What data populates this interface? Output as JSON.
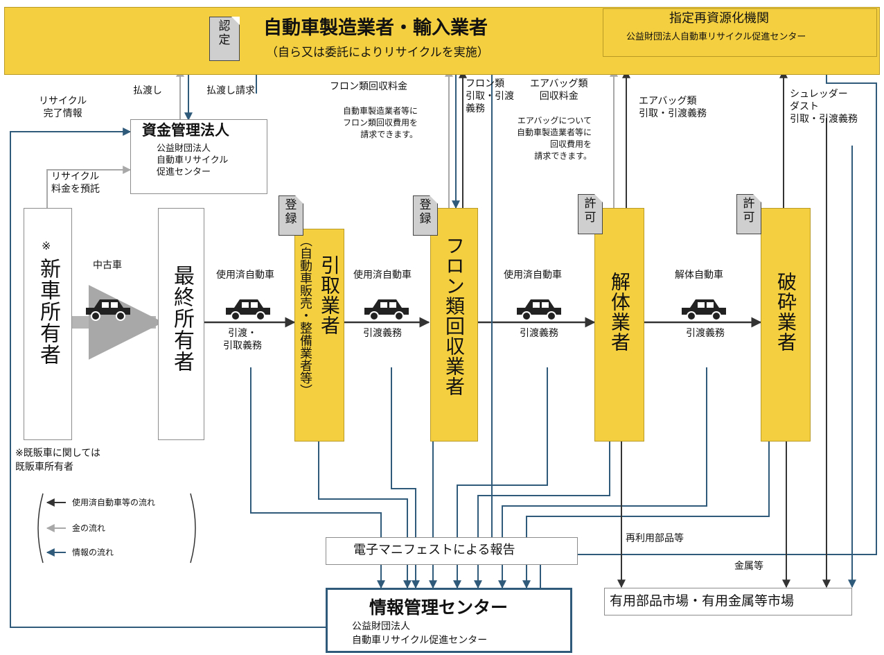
{
  "manufacturer": {
    "stamp": "認\n定",
    "title": "自動車製造業者・輸入業者",
    "subtitle": "（自ら又は委託によりリサイクルを実施）"
  },
  "designated_org": {
    "title": "指定再資源化機関",
    "subtitle": "公益財団法人自動車リサイクル促進センター"
  },
  "fund_org": {
    "title": "資金管理法人",
    "subtitle": "公益財団法人\n自動車リサイクル\n促進センター"
  },
  "info_center": {
    "title": "情報管理センター",
    "subtitle": "公益財団法人\n自動車リサイクル促進センター"
  },
  "manifest": {
    "label": "電子マニフェストによる報告"
  },
  "market": {
    "label": "有用部品市場・有用金属等市場"
  },
  "actors": {
    "new_owner": {
      "mark": "※",
      "label": "新車所有者"
    },
    "final_owner": {
      "label": "最終所有者"
    },
    "collector": {
      "stamp": "登\n録",
      "label": "引取業者",
      "note": "（自動車販売・整備業者等）"
    },
    "freon": {
      "stamp": "登\n録",
      "label": "フロン類回収業者"
    },
    "dismantler": {
      "stamp": "許\n可",
      "label": "解体業者"
    },
    "shredder": {
      "stamp": "許\n可",
      "label": "破砕業者"
    }
  },
  "flow_labels": {
    "used_car": "中古車",
    "used_vehicle_1": "使用済自動車",
    "handover_1": "引渡・\n引取義務",
    "used_vehicle_2": "使用済自動車",
    "handover_2": "引渡義務",
    "used_vehicle_3": "使用済自動車",
    "handover_3": "引渡義務",
    "dismantled_car": "解体自動車",
    "handover_4": "引渡義務"
  },
  "money_labels": {
    "recycle_complete": "リサイクル\n完了情報",
    "payment": "払渡し",
    "payment_request": "払渡し請求",
    "deposit": "リサイクル\n料金を預託",
    "freon_fee": "フロン類回収料金",
    "freon_note": "自動車製造業者等に\nフロン類回収費用を\n請求できます。",
    "freon_duty": "フロン類\n引取・引渡\n義務",
    "airbag_fee": "エアバッグ類\n回収料金",
    "airbag_note": "エアバッグについて\n自動車製造業者等に\n回収費用を\n請求できます。",
    "airbag_duty": "エアバッグ類\n引取・引渡義務",
    "shredder_duty": "シュレッダー\nダスト\n引取・引渡義務",
    "reuse_parts": "再利用部品等",
    "metals": "金属等"
  },
  "footnote": "※既販車に関しては\n既販車所有者",
  "legend": {
    "vehicle_flow": "使用済自動車等の流れ",
    "money_flow": "金の流れ",
    "info_flow": "情報の流れ"
  },
  "colors": {
    "yellow": "#f4cf3f",
    "info_arrow": "#2f5a7a",
    "money_arrow": "#a8a8a8",
    "vehicle_arrow": "#333333"
  }
}
